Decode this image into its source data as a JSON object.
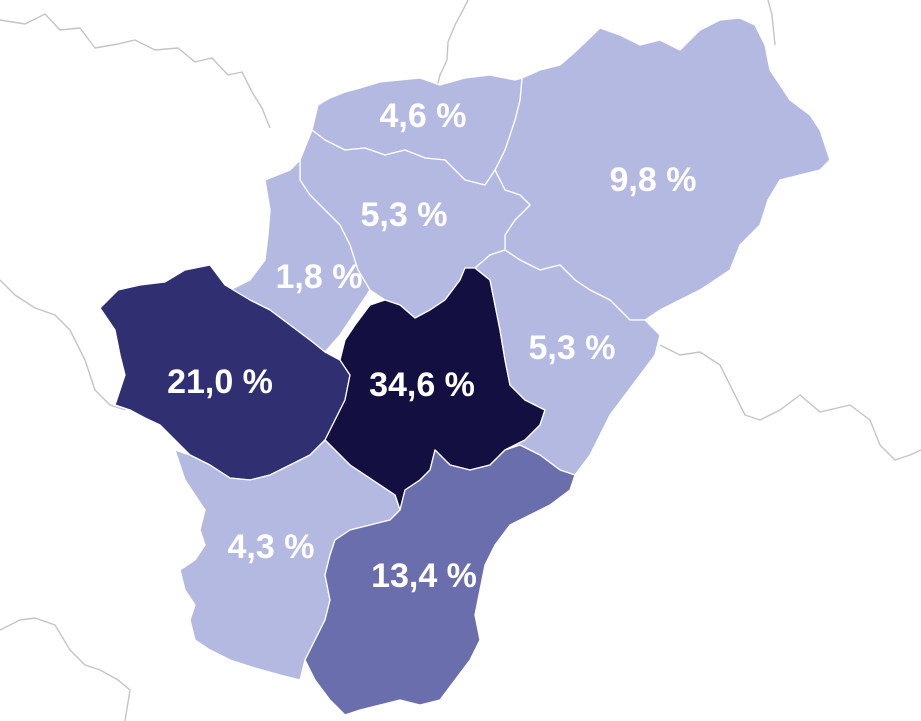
{
  "map": {
    "palette": {
      "light": "#b4b9e1",
      "medium": "#6a6eac",
      "dark": "#302f72",
      "darkest": "#130f40",
      "label": "#ffffff",
      "outside_border": "#c4c4c4"
    },
    "regions": [
      {
        "id": "north",
        "label": "4,6 %",
        "value": 4.6,
        "shade": "light"
      },
      {
        "id": "north-east",
        "label": "9,8 %",
        "value": 9.8,
        "shade": "light"
      },
      {
        "id": "center-north",
        "label": "5,3 %",
        "value": 5.3,
        "shade": "light"
      },
      {
        "id": "west-small",
        "label": "1,8 %",
        "value": 1.8,
        "shade": "light"
      },
      {
        "id": "west",
        "label": "21,0 %",
        "value": 21.0,
        "shade": "dark"
      },
      {
        "id": "center",
        "label": "34,6 %",
        "value": 34.6,
        "shade": "darkest"
      },
      {
        "id": "east",
        "label": "5,3 %",
        "value": 5.3,
        "shade": "light"
      },
      {
        "id": "south-west",
        "label": "4,3 %",
        "value": 4.3,
        "shade": "light"
      },
      {
        "id": "south",
        "label": "13,4 %",
        "value": 13.4,
        "shade": "medium"
      }
    ]
  }
}
